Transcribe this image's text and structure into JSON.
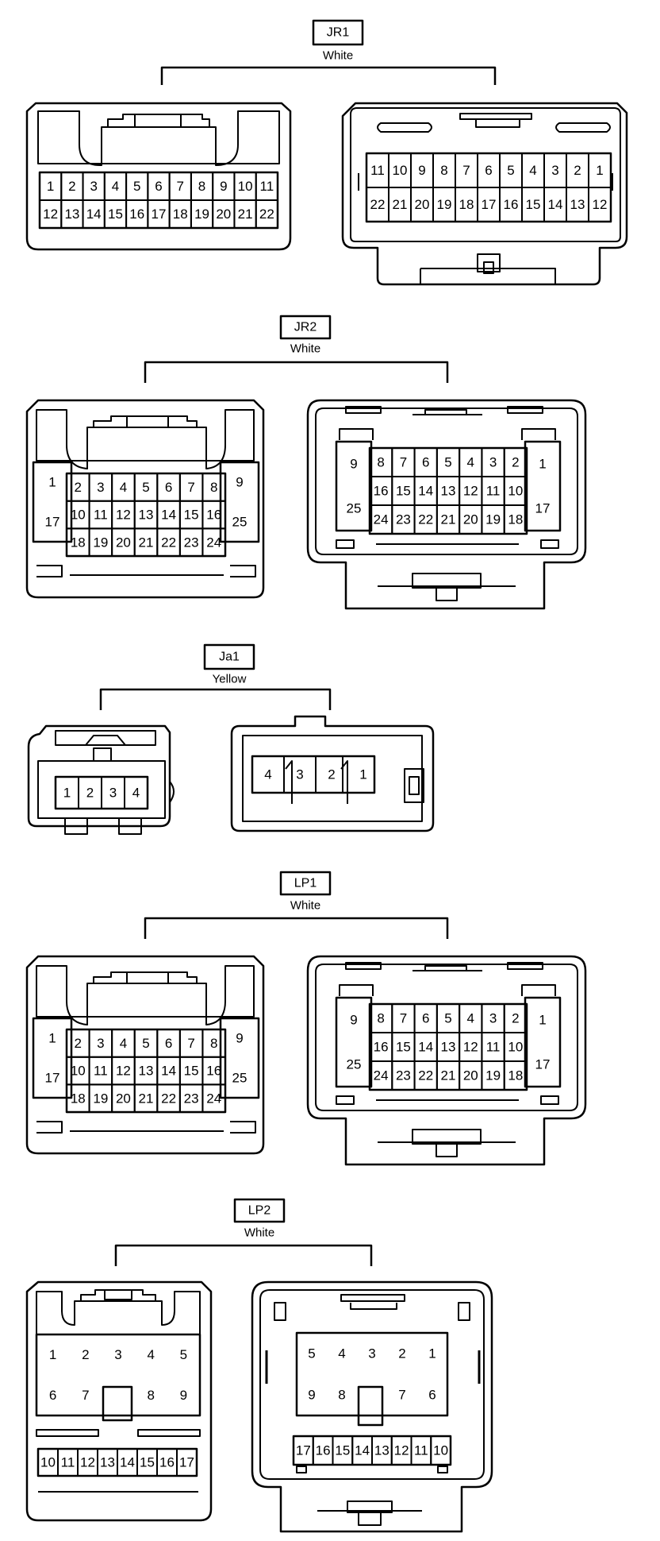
{
  "connectors": [
    {
      "code": "JR1",
      "color": "White",
      "left_rows": [
        [
          "1",
          "2",
          "3",
          "4",
          "5",
          "6",
          "7",
          "8",
          "9",
          "10",
          "11"
        ],
        [
          "12",
          "13",
          "14",
          "15",
          "16",
          "17",
          "18",
          "19",
          "20",
          "21",
          "22"
        ]
      ],
      "right_rows": [
        [
          "11",
          "10",
          "9",
          "8",
          "7",
          "6",
          "5",
          "4",
          "3",
          "2",
          "1"
        ],
        [
          "22",
          "21",
          "20",
          "19",
          "18",
          "17",
          "16",
          "15",
          "14",
          "13",
          "12"
        ]
      ]
    },
    {
      "code": "JR2",
      "color": "White",
      "left_side": [
        "1",
        "17"
      ],
      "left_rows": [
        [
          "2",
          "3",
          "4",
          "5",
          "6",
          "7",
          "8"
        ],
        [
          "10",
          "11",
          "12",
          "13",
          "14",
          "15",
          "16"
        ],
        [
          "18",
          "19",
          "20",
          "21",
          "22",
          "23",
          "24"
        ]
      ],
      "left_side2": [
        "9",
        "25"
      ],
      "right_side": [
        "9",
        "25"
      ],
      "right_rows": [
        [
          "8",
          "7",
          "6",
          "5",
          "4",
          "3",
          "2"
        ],
        [
          "16",
          "15",
          "14",
          "13",
          "12",
          "11",
          "10"
        ],
        [
          "24",
          "23",
          "22",
          "21",
          "20",
          "19",
          "18"
        ]
      ],
      "right_side2": [
        "1",
        "17"
      ]
    },
    {
      "code": "Ja1",
      "color": "Yellow",
      "left_rows": [
        [
          "1",
          "2",
          "3",
          "4"
        ]
      ],
      "right_rows": [
        [
          "4",
          "3",
          "2",
          "1"
        ]
      ]
    },
    {
      "code": "LP1",
      "color": "White",
      "left_side": [
        "1",
        "17"
      ],
      "left_rows": [
        [
          "2",
          "3",
          "4",
          "5",
          "6",
          "7",
          "8"
        ],
        [
          "10",
          "11",
          "12",
          "13",
          "14",
          "15",
          "16"
        ],
        [
          "18",
          "19",
          "20",
          "21",
          "22",
          "23",
          "24"
        ]
      ],
      "left_side2": [
        "9",
        "25"
      ],
      "right_side": [
        "9",
        "25"
      ],
      "right_rows": [
        [
          "8",
          "7",
          "6",
          "5",
          "4",
          "3",
          "2"
        ],
        [
          "16",
          "15",
          "14",
          "13",
          "12",
          "11",
          "10"
        ],
        [
          "24",
          "23",
          "22",
          "21",
          "20",
          "19",
          "18"
        ]
      ],
      "right_side2": [
        "1",
        "17"
      ]
    },
    {
      "code": "LP2",
      "color": "White",
      "left_rows": [
        [
          "1",
          "2",
          "3",
          "4",
          "5"
        ],
        [
          "6",
          "7",
          "",
          "8",
          "9"
        ],
        [
          "10",
          "11",
          "12",
          "13",
          "14",
          "15",
          "16",
          "17"
        ]
      ],
      "right_rows": [
        [
          "5",
          "4",
          "3",
          "2",
          "1"
        ],
        [
          "9",
          "8",
          "",
          "7",
          "6"
        ],
        [
          "17",
          "16",
          "15",
          "14",
          "13",
          "12",
          "11",
          "10"
        ]
      ]
    }
  ]
}
